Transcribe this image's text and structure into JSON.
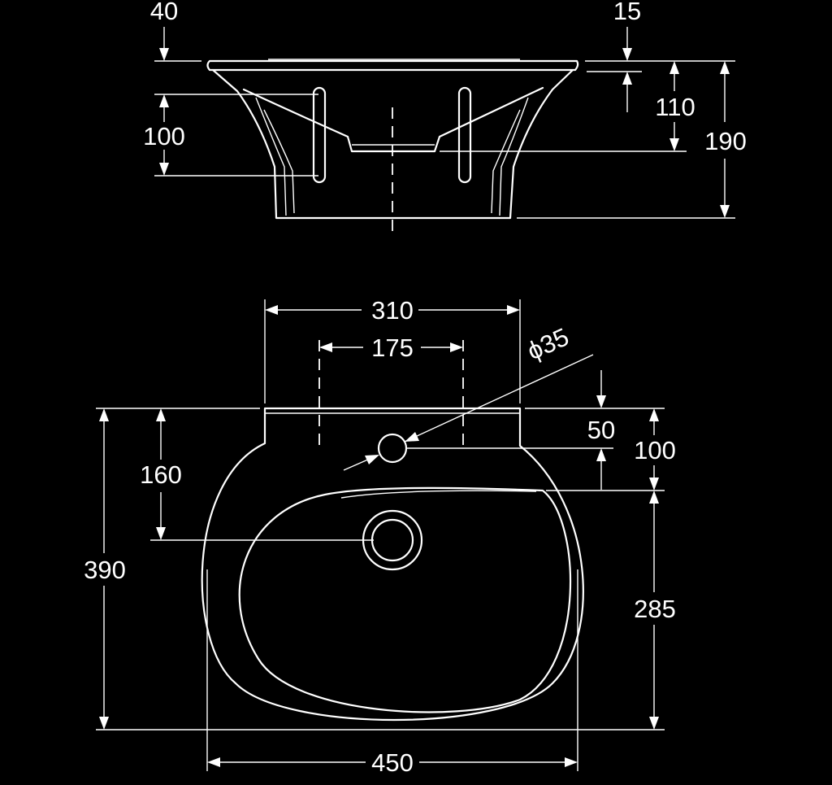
{
  "dimensions": {
    "top_left_40": "40",
    "top_right_15": "15",
    "side_100": "100",
    "side_110": "110",
    "side_190": "190",
    "width_310": "310",
    "spacing_175": "175",
    "hole_diameter": "ϕ35",
    "hole_offset_50": "50",
    "back_100": "100",
    "drain_160": "160",
    "depth_390": "390",
    "bowl_285": "285",
    "width_450": "450"
  }
}
